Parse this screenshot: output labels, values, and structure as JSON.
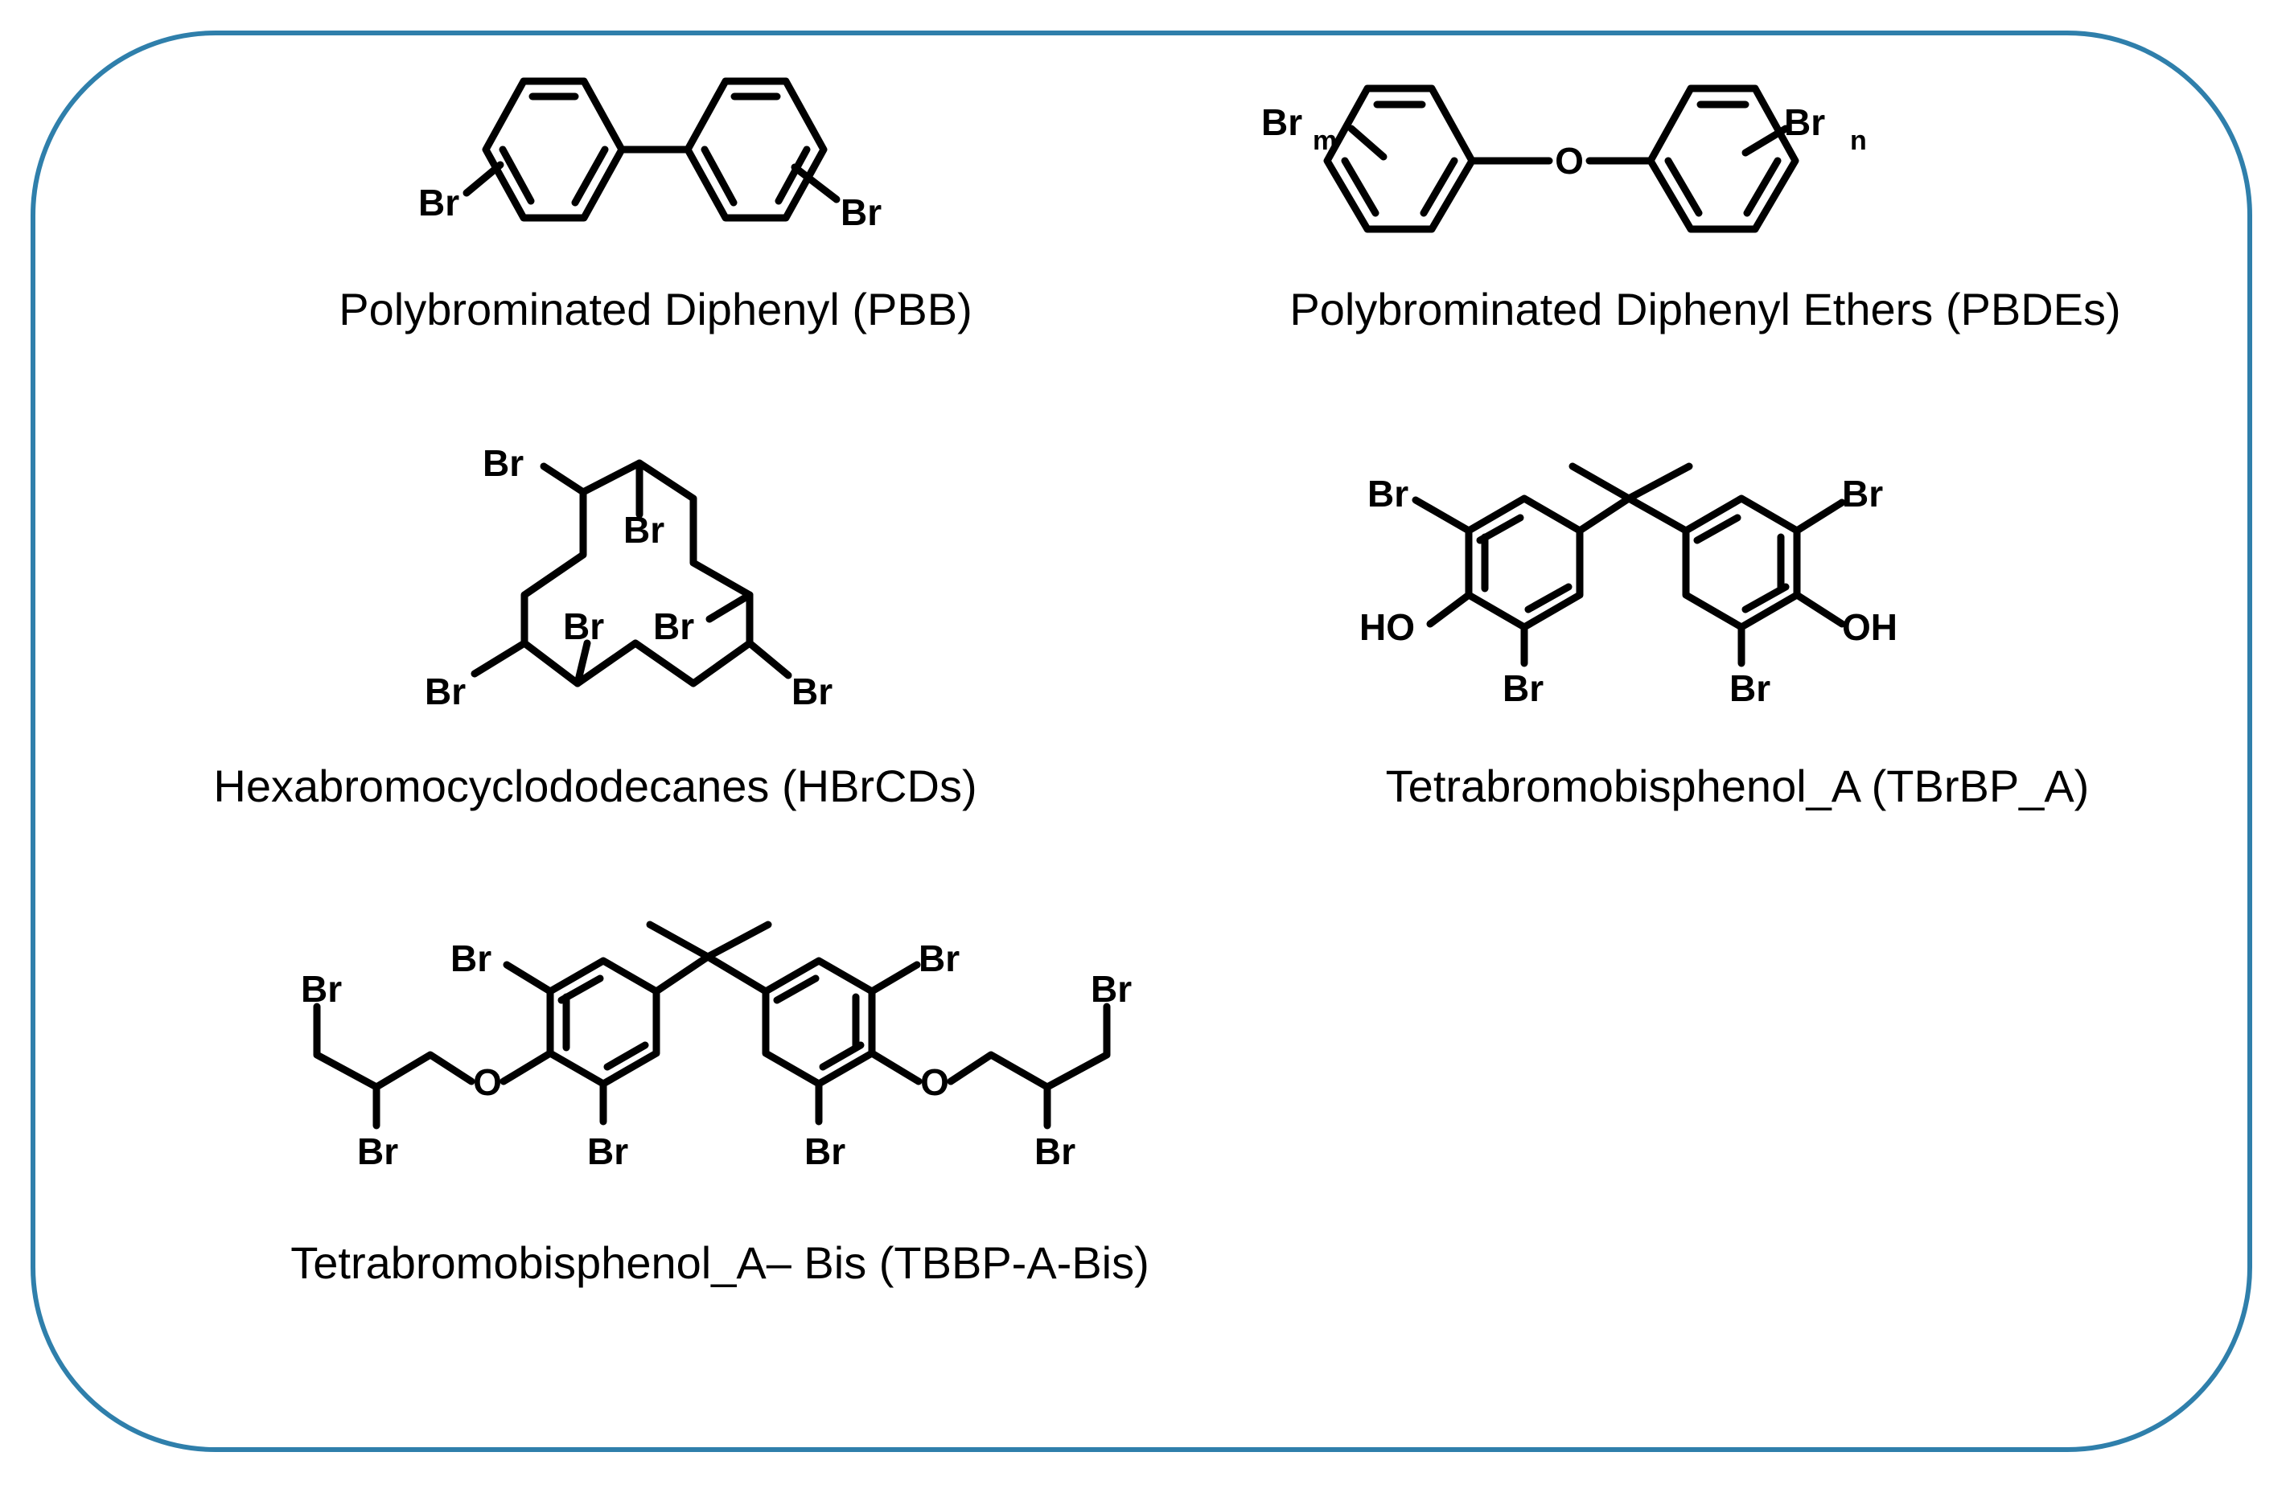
{
  "panel": {
    "border_color": "#2f7fab"
  },
  "structures": {
    "pbb": {
      "caption": "Polybrominated Diphenyl (PBB)",
      "substituents": {
        "left": "Br",
        "right": "Br"
      }
    },
    "pbde": {
      "caption": "Polybrominated Diphenyl Ethers (PBDEs)",
      "substituents": {
        "left": "Br",
        "left_sub": "m",
        "oxygen": "O",
        "right": "Br",
        "right_sub": "n"
      }
    },
    "hbcd": {
      "caption": "Hexabromocyclododecanes (HBrCDs)",
      "substituents": {
        "br1": "Br",
        "br2": "Br",
        "br3": "Br",
        "br4": "Br",
        "br5": "Br",
        "br6": "Br"
      }
    },
    "tbbpa": {
      "caption": "Tetrabromobisphenol_A (TBrBP_A)",
      "substituents": {
        "br_tl": "Br",
        "br_tr": "Br",
        "br_bl": "Br",
        "br_br": "Br",
        "oh_left": "HO",
        "oh_right": "OH"
      }
    },
    "tbbpa_bis": {
      "caption": "Tetrabromobisphenol_A– Bis (TBBP-A-Bis)",
      "substituents": {
        "br_far_left_top": "Br",
        "br_far_left_bottom": "Br",
        "br_ring_left_top": "Br",
        "br_ring_left_bottom": "Br",
        "br_ring_right_top": "Br",
        "br_ring_right_bottom": "Br",
        "br_far_right_top": "Br",
        "br_far_right_bottom": "Br",
        "o_left": "O",
        "o_right": "O"
      }
    }
  }
}
